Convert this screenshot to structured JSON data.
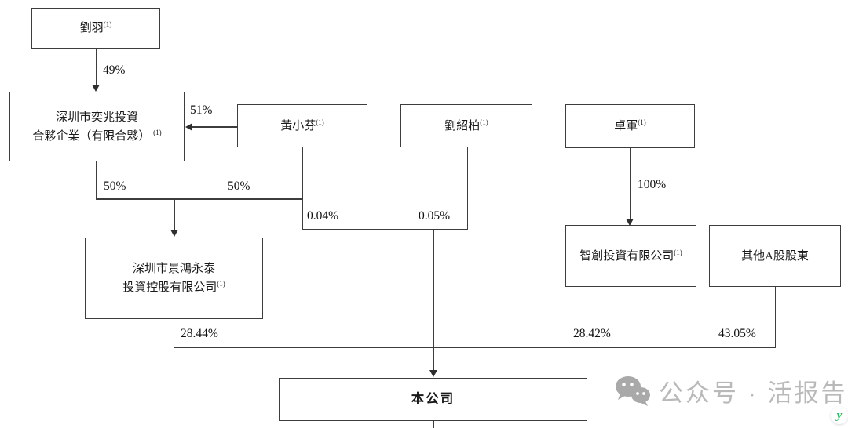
{
  "diagram": {
    "title": "shareholding-structure",
    "nodes": {
      "liu_yu": {
        "label": "劉羽",
        "note": "(1)"
      },
      "yizhao_partnership": {
        "line1": "深圳市奕兆投資",
        "line2": "合夥企業（有限合夥）",
        "note": "(1)"
      },
      "huang_xiaofen": {
        "label": "黃小芬",
        "note": "(1)"
      },
      "liu_shaobai": {
        "label": "劉紹柏",
        "note": "(1)"
      },
      "zhuo_jun": {
        "label": "卓軍",
        "note": "(1)"
      },
      "zhichuang_investment": {
        "label": "智創投資有限公司",
        "note": "(1)"
      },
      "other_a_shareholders": {
        "label": "其他A股股東"
      },
      "jinghong_yongtai": {
        "line1": "深圳市景鴻永泰",
        "line2": "投資控股有限公司",
        "note": "(1)"
      },
      "the_company": {
        "label": "本公司"
      }
    },
    "ownership": {
      "liu_yu_to_yizhao": "49%",
      "huang_to_yizhao": "51%",
      "yizhao_to_jinghong": "50%",
      "huang_to_jinghong": "50%",
      "huang_to_company": "0.04%",
      "liu_shaobai_to_company": "0.05%",
      "zhuo_to_zhichuang": "100%",
      "jinghong_to_company": "28.44%",
      "zhichuang_to_company": "28.42%",
      "other_to_company": "43.05%"
    }
  },
  "watermark": {
    "icon": "wechat-icon",
    "text": "公众号 · 活报告"
  },
  "badge": {
    "label": "y"
  },
  "colors": {
    "line": "#3d3d3d",
    "text": "#1a1a1a",
    "watermark_gray": "#b9b9b9",
    "badge_green": "#2fbe5f"
  }
}
